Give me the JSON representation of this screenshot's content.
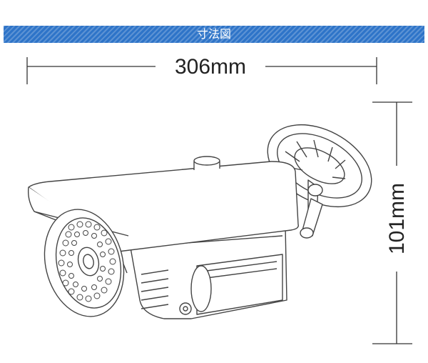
{
  "header": {
    "title": "寸法図"
  },
  "dimensions": {
    "width_label": "306mm",
    "height_label": "101mm"
  },
  "colors": {
    "banner": "#2e74c8",
    "line": "#333333",
    "text": "#222222"
  },
  "icons": [
    "camera-illustration"
  ]
}
